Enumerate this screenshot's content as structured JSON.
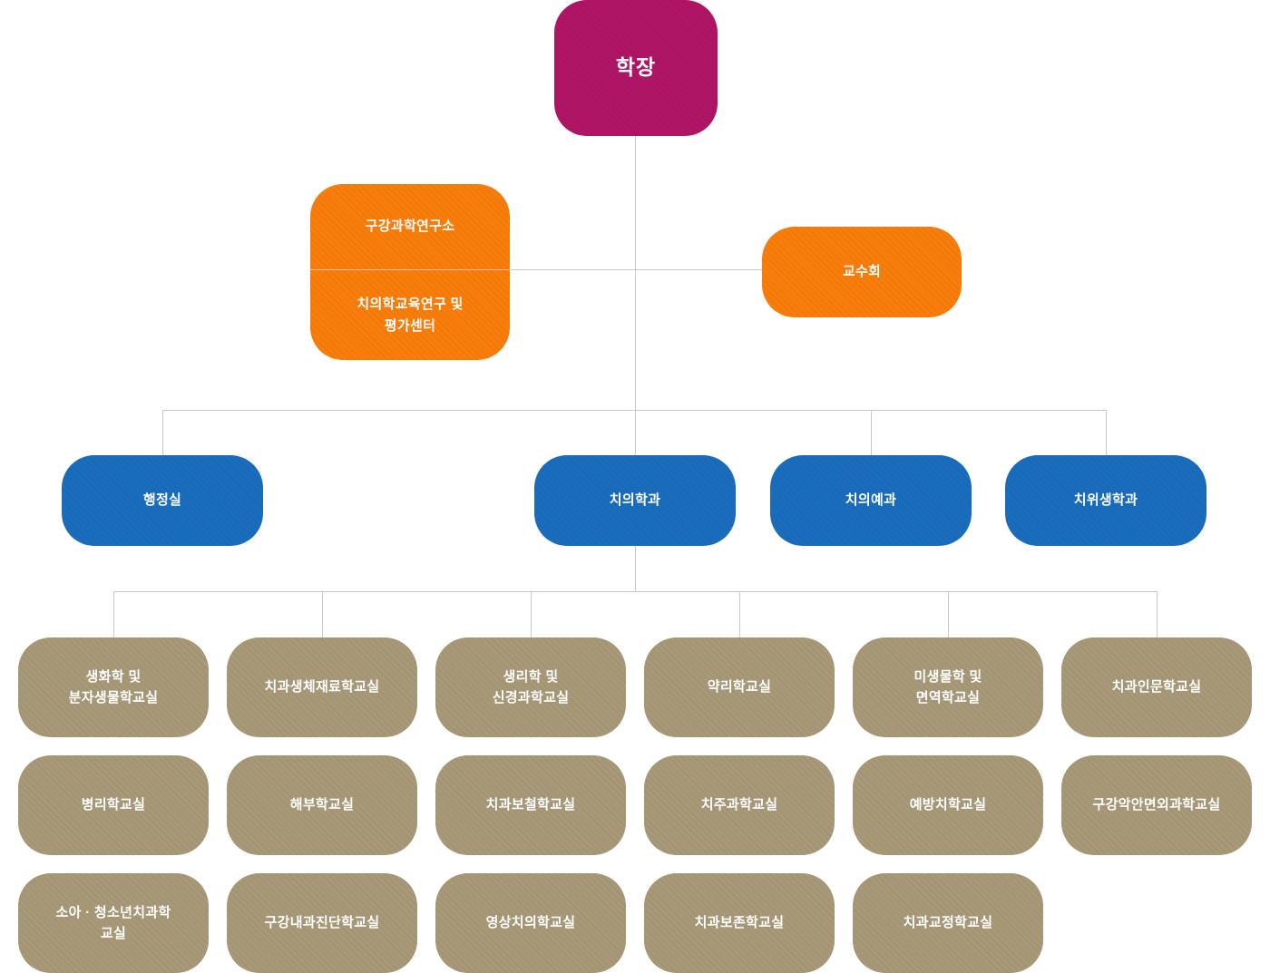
{
  "palette": {
    "dean_magenta": "#b01465",
    "affiliate_orange": "#f87d0a",
    "division_blue": "#1a6dbd",
    "department_tan": "#a79877",
    "connector_gray": "#c9c9c9",
    "text_white": "#ffffff"
  },
  "dean": {
    "label": "학장"
  },
  "affiliates": {
    "oral_science_institute": {
      "label": "구강과학연구소"
    },
    "dental_education_center": {
      "label": "치의학교육연구 및\n평가센터"
    },
    "faculty_council": {
      "label": "교수회"
    }
  },
  "divisions": [
    {
      "label": "행정실"
    },
    {
      "label": "치의학과"
    },
    {
      "label": "치의예과"
    },
    {
      "label": "치위생학과"
    }
  ],
  "departments": [
    {
      "label": "생화학 및\n분자생물학교실"
    },
    {
      "label": "치과생체재료학교실"
    },
    {
      "label": "생리학 및\n신경과학교실"
    },
    {
      "label": "약리학교실"
    },
    {
      "label": "미생물학 및\n면역학교실"
    },
    {
      "label": "치과인문학교실"
    },
    {
      "label": "병리학교실"
    },
    {
      "label": "해부학교실"
    },
    {
      "label": "치과보철학교실"
    },
    {
      "label": "치주과학교실"
    },
    {
      "label": "예방치학교실"
    },
    {
      "label": "구강악안면외과학교실"
    },
    {
      "label": "소아 · 청소년치과학\n교실"
    },
    {
      "label": "구강내과진단학교실"
    },
    {
      "label": "영상치의학교실"
    },
    {
      "label": "치과보존학교실"
    },
    {
      "label": "치과교정학교실"
    }
  ]
}
